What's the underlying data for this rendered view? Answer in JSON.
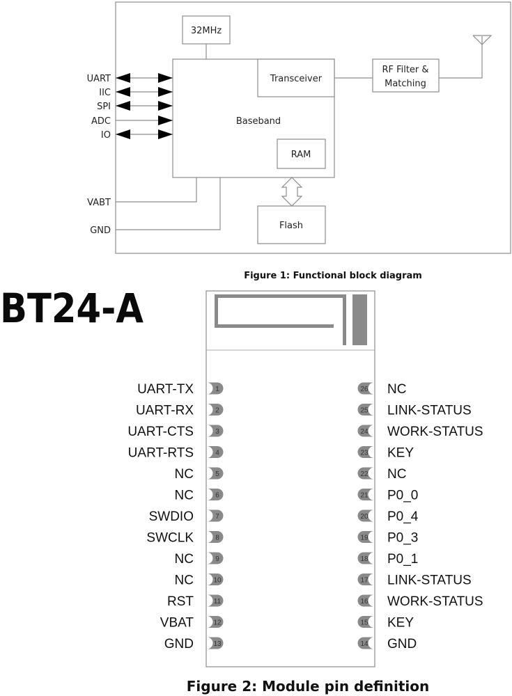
{
  "figure1": {
    "caption": "Figure 1:  Functional block diagram",
    "blocks": {
      "crystal": "32MHz",
      "baseband": "Baseband",
      "transceiver": "Transceiver",
      "rf_filter_line1": "RF Filter &",
      "rf_filter_line2": "Matching",
      "ram": "RAM",
      "flash": "Flash"
    },
    "interfaces": [
      {
        "label": "UART",
        "direction": "bidirectional"
      },
      {
        "label": "IIC",
        "direction": "bidirectional"
      },
      {
        "label": "SPI",
        "direction": "bidirectional"
      },
      {
        "label": "ADC",
        "direction": "input"
      },
      {
        "label": "IO",
        "direction": "bidirectional"
      }
    ],
    "power": [
      {
        "label": "VABT"
      },
      {
        "label": "GND"
      }
    ]
  },
  "figure2": {
    "module_name": "BT24-A",
    "caption": "Figure 2:  Module pin definition",
    "left_pins": [
      {
        "num": "1",
        "name": "UART-TX"
      },
      {
        "num": "2",
        "name": "UART-RX"
      },
      {
        "num": "3",
        "name": "UART-CTS"
      },
      {
        "num": "4",
        "name": "UART-RTS"
      },
      {
        "num": "5",
        "name": "NC"
      },
      {
        "num": "6",
        "name": "NC"
      },
      {
        "num": "7",
        "name": "SWDIO"
      },
      {
        "num": "8",
        "name": "SWCLK"
      },
      {
        "num": "9",
        "name": "NC"
      },
      {
        "num": "10",
        "name": "NC"
      },
      {
        "num": "11",
        "name": "RST"
      },
      {
        "num": "12",
        "name": "VBAT"
      },
      {
        "num": "13",
        "name": "GND"
      }
    ],
    "right_pins": [
      {
        "num": "26",
        "name": "NC"
      },
      {
        "num": "25",
        "name": "LINK-STATUS"
      },
      {
        "num": "24",
        "name": "WORK-STATUS"
      },
      {
        "num": "23",
        "name": "KEY"
      },
      {
        "num": "22",
        "name": "NC"
      },
      {
        "num": "21",
        "name": "P0_0"
      },
      {
        "num": "20",
        "name": "P0_4"
      },
      {
        "num": "19",
        "name": "P0_3"
      },
      {
        "num": "18",
        "name": "P0_1"
      },
      {
        "num": "17",
        "name": "LINK-STATUS"
      },
      {
        "num": "16",
        "name": "WORK-STATUS"
      },
      {
        "num": "15",
        "name": "KEY"
      },
      {
        "num": "14",
        "name": "GND"
      }
    ]
  }
}
